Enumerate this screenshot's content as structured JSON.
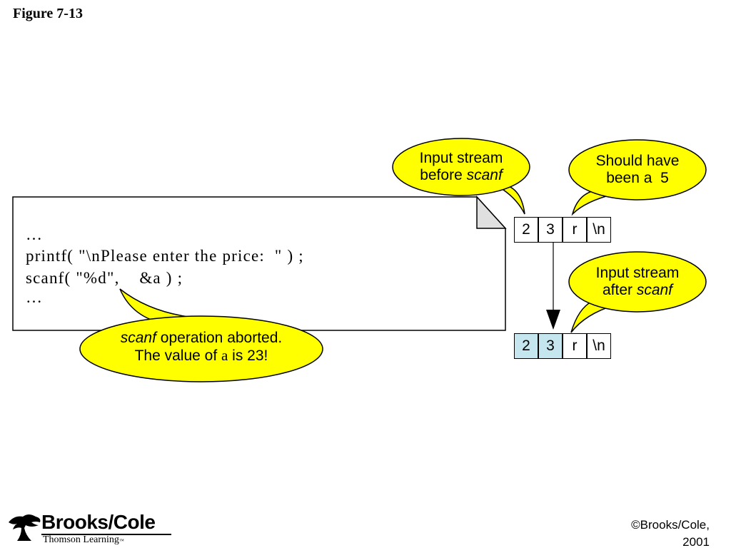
{
  "figure_title": "Figure 7-13",
  "code": {
    "lines": [
      "…",
      "printf( \"\\nPlease enter the price:  \" ) ;",
      "scanf( \"%d\",    &a ) ;",
      "…"
    ]
  },
  "callouts": {
    "before": {
      "line1": "Input stream",
      "line2_prefix": "before ",
      "line2_italic": "scanf"
    },
    "should": {
      "line1": "Should have",
      "line2": "been a  5"
    },
    "after": {
      "line1": "Input stream",
      "line2_prefix": "after ",
      "line2_italic": "scanf"
    },
    "aborted": {
      "line1_italic": "scanf",
      "line1_rest": " operation aborted.",
      "line2_prefix": "The value of ",
      "line2_var": "a",
      "line2_suffix": " is 23!"
    }
  },
  "streams": {
    "before": [
      "2",
      "3",
      "r",
      "\\n"
    ],
    "after": [
      "2",
      "3",
      "r",
      "\\n"
    ],
    "after_consumed_count": 2
  },
  "colors": {
    "bubble_fill": "#ffff00",
    "consumed_cell": "#c5e6ef",
    "page_corner_fold": "#e0e0e0",
    "arrow": "#666666"
  },
  "footer": {
    "brand": "Brooks/Cole",
    "brand_sub": "Thomson Learning",
    "brand_tm": "™",
    "copyright_line1": "©Brooks/Cole,",
    "copyright_line2": "2001"
  }
}
